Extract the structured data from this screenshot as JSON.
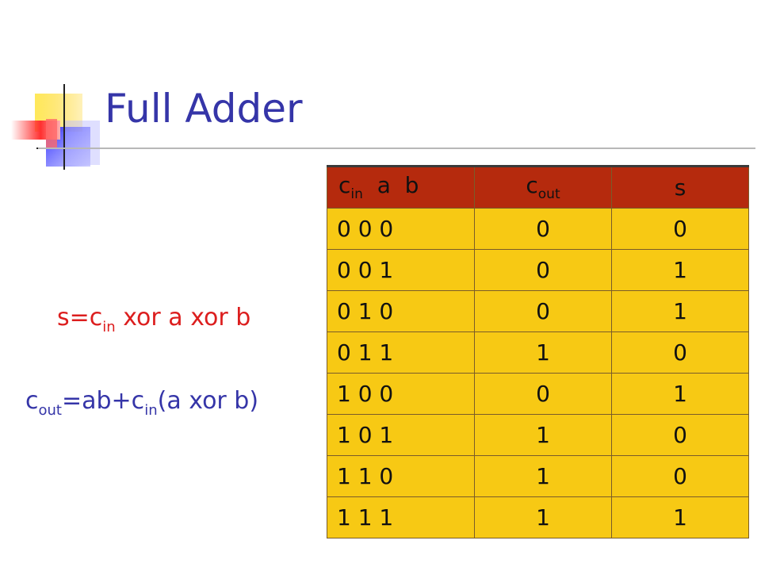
{
  "title": "Full Adder",
  "formulas": {
    "s": {
      "lhs": "s=c",
      "sub": "in",
      "rhs": " xor a xor b"
    },
    "cout": {
      "lhs": "c",
      "sub1": "out",
      "mid": "=ab+c",
      "sub2": "in",
      "rhs": "(a xor b)"
    }
  },
  "table": {
    "header": {
      "col1_c": "c",
      "col1_sub": "in",
      "col1_rest": "  a  b",
      "col2_c": "c",
      "col2_sub": "out",
      "col3": "s"
    },
    "rows": [
      {
        "inputs": "0 0 0",
        "cout": "0",
        "s": "0"
      },
      {
        "inputs": "0 0 1",
        "cout": "0",
        "s": "1"
      },
      {
        "inputs": "0 1 0",
        "cout": "0",
        "s": "1"
      },
      {
        "inputs": "0 1 1",
        "cout": "1",
        "s": "0"
      },
      {
        "inputs": "1 0 0",
        "cout": "0",
        "s": "1"
      },
      {
        "inputs": "1 0 1",
        "cout": "1",
        "s": "0"
      },
      {
        "inputs": "1 1 0",
        "cout": "1",
        "s": "0"
      },
      {
        "inputs": "1 1 1",
        "cout": "1",
        "s": "1"
      }
    ]
  },
  "colors": {
    "title": "#3535a8",
    "formula_s": "#dc1e1e",
    "formula_cout": "#3535a8",
    "header_bg": "#b52a0d",
    "cell_bg": "#f7c914"
  }
}
